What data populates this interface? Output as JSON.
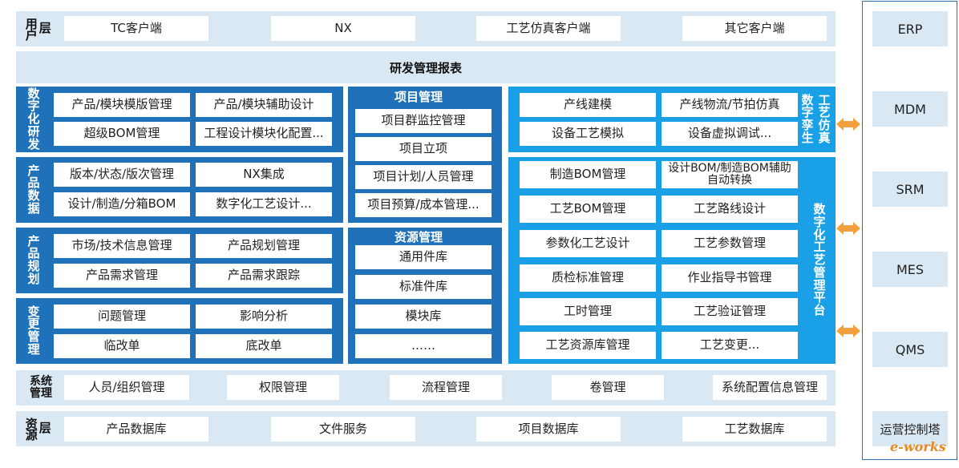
{
  "user_layer": {
    "label": [
      "用户",
      "层"
    ],
    "items": [
      "TC客户端",
      "NX",
      "工艺仿真客户端",
      "其它客户端"
    ]
  },
  "report": {
    "label": "研发管理报表"
  },
  "digital_rd": {
    "label": [
      "数",
      "字",
      "化",
      "研",
      "发"
    ],
    "items": [
      "产品/模块模版管理",
      "产品/模块辅助设计",
      "超级BOM管理",
      "工程设计模块化配置..."
    ]
  },
  "product_data": {
    "label": [
      "产",
      "品",
      "数",
      "据"
    ],
    "items": [
      "版本/状态/版次管理",
      "NX集成",
      "设计/制造/分箱BOM",
      "数字化工艺设计..."
    ]
  },
  "product_planning": {
    "label": [
      "产",
      "品",
      "规",
      "划"
    ],
    "items": [
      "市场/技术信息管理",
      "产品规划管理",
      "产品需求管理",
      "产品需求跟踪"
    ]
  },
  "change_mgmt": {
    "label": [
      "变",
      "更",
      "管",
      "理"
    ],
    "items": [
      "问题管理",
      "影响分析",
      "临改单",
      "底改单"
    ]
  },
  "project_mgmt": {
    "title": "项目管理",
    "items": [
      "项目群监控管理",
      "项目立项",
      "项目计划/人员管理",
      "项目预算/成本管理..."
    ]
  },
  "resource_mgmt": {
    "title": "资源管理",
    "items": [
      "通用件库",
      "标准件库",
      "模块库",
      "……"
    ]
  },
  "process_sim": {
    "label_a": [
      "数",
      "字",
      "孪",
      "生"
    ],
    "label_b": [
      "工",
      "艺",
      "仿",
      "真"
    ],
    "items": [
      "产线建模",
      "产线物流/节拍仿真",
      "设备工艺模拟",
      "设备虚拟调试..."
    ]
  },
  "process_platform": {
    "label": [
      "数",
      "字",
      "化",
      "工",
      "艺",
      "管",
      "理",
      "平",
      "台"
    ],
    "items": [
      "制造BOM管理",
      "设计BOM/制造BOM辅助自动转换",
      "工艺BOM管理",
      "工艺路线设计",
      "参数化工艺设计",
      "工艺参数管理",
      "质检标准管理",
      "作业指导书管理",
      "工时管理",
      "工艺验证管理",
      "工艺资源库管理",
      "工艺变更..."
    ]
  },
  "sys_mgmt": {
    "label": [
      "系统",
      "管理"
    ],
    "items": [
      "人员/组织管理",
      "权限管理",
      "流程管理",
      "卷管理",
      "系统配置信息管理"
    ]
  },
  "resource_layer": {
    "label": [
      "资源",
      "层"
    ],
    "items": [
      "产品数据库",
      "文件服务",
      "项目数据库",
      "工艺数据库"
    ]
  },
  "external_systems": [
    "ERP",
    "MDM",
    "SRM",
    "MES",
    "QMS",
    "运营控制塔"
  ],
  "watermark": "e-works",
  "colors": {
    "band": "#d9e8f3",
    "dark_panel": "#1f72b9",
    "light_panel": "#1aa0e6",
    "arrow": "#f3a03c"
  }
}
